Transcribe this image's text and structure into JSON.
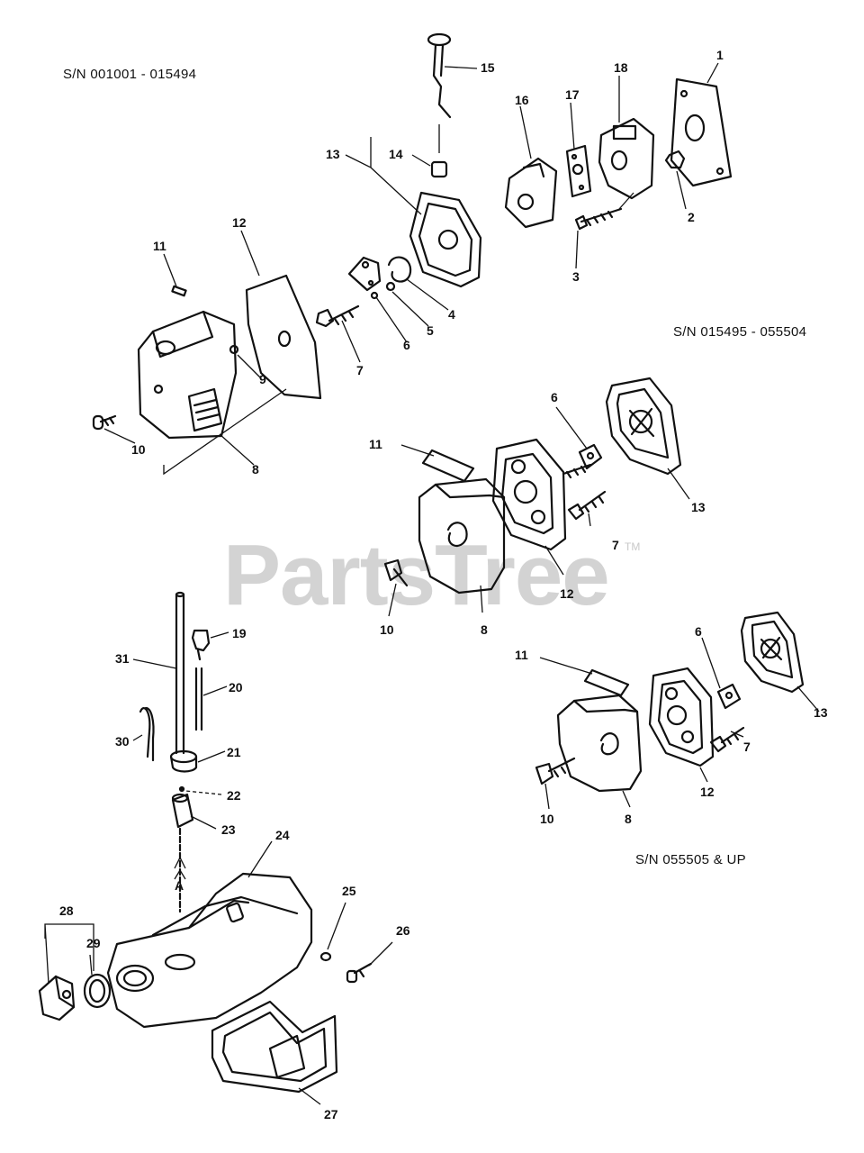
{
  "serial_ranges": {
    "top_left": "S/N 001001 - 015494",
    "middle_right": "S/N 015495 - 055504",
    "bottom_right": "S/N 055505 & UP"
  },
  "watermark": {
    "text": "PartsTree",
    "mark": "TM"
  },
  "callouts": {
    "top_assembly": [
      "1",
      "2",
      "3",
      "4",
      "5",
      "6",
      "7",
      "8",
      "9",
      "10",
      "11",
      "12",
      "13",
      "14",
      "15",
      "16",
      "17",
      "18"
    ],
    "middle_assembly": [
      "6",
      "7",
      "8",
      "10",
      "11",
      "12",
      "13"
    ],
    "bottom_assembly": [
      "6",
      "7",
      "8",
      "10",
      "11",
      "12",
      "13"
    ],
    "fuel_system": [
      "19",
      "20",
      "21",
      "22",
      "23",
      "24",
      "25",
      "26",
      "27",
      "28",
      "29",
      "30",
      "31"
    ],
    "connector_marker": "A"
  }
}
